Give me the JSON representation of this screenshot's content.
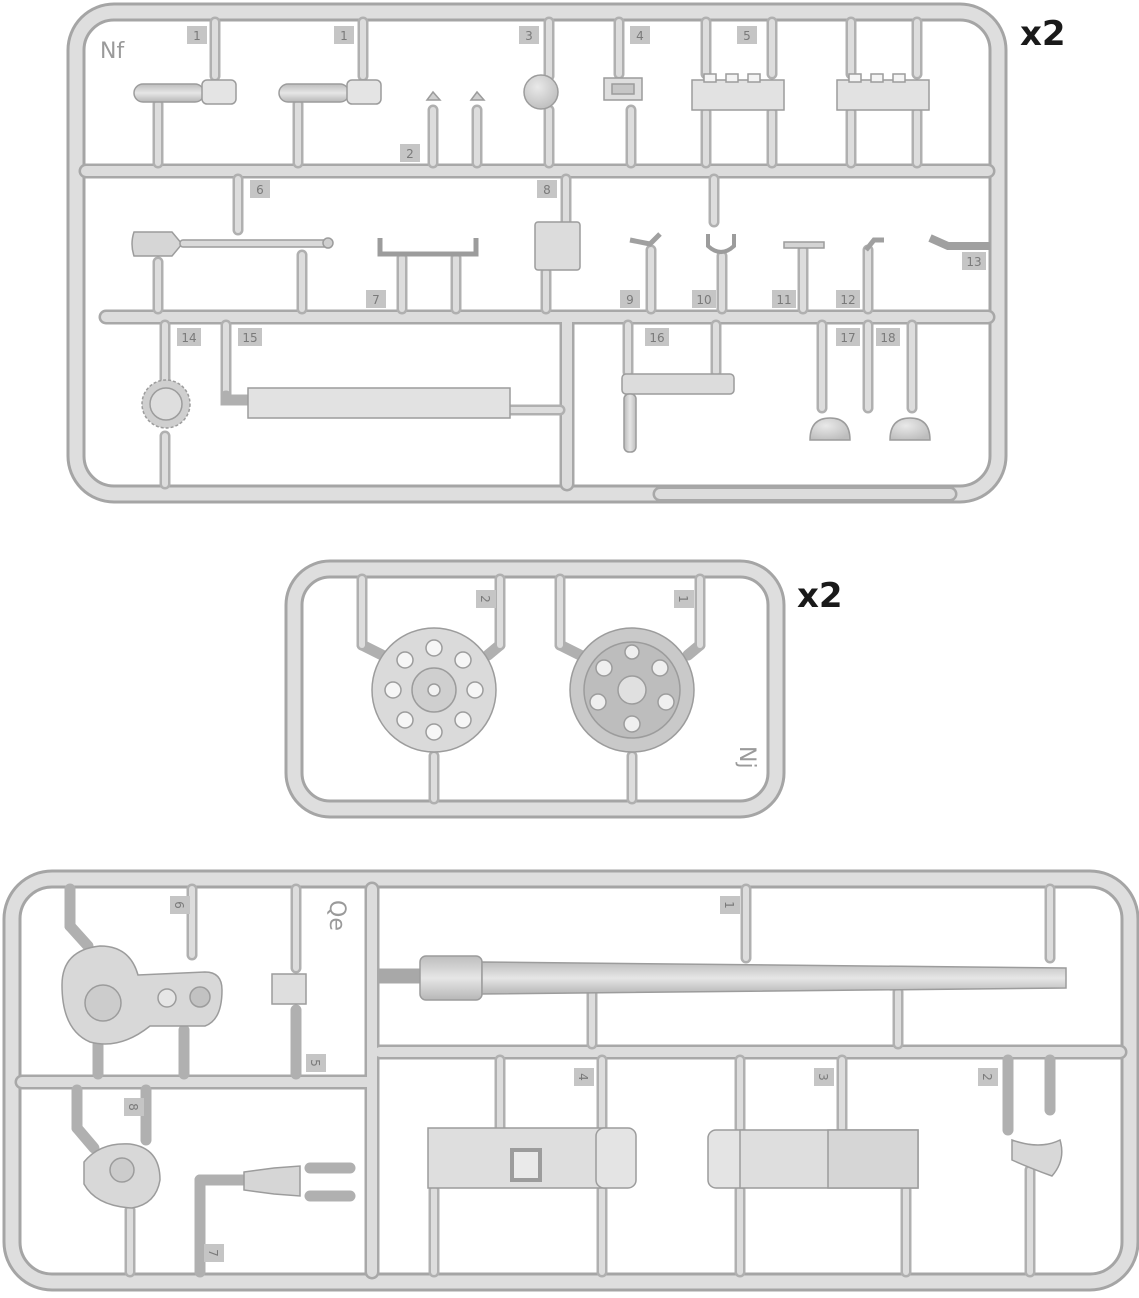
{
  "sprues": [
    {
      "id": "Nf",
      "multiplier": "x2",
      "parts": [
        "1",
        "1",
        "2",
        "3",
        "4",
        "5",
        "6",
        "7",
        "8",
        "9",
        "10",
        "11",
        "12",
        "13",
        "14",
        "15",
        "16",
        "17",
        "18"
      ]
    },
    {
      "id": "Nj",
      "multiplier": "x2",
      "parts": [
        "1",
        "2"
      ]
    },
    {
      "id": "Qe",
      "multiplier": "",
      "parts": [
        "1",
        "2",
        "3",
        "4",
        "5",
        "6",
        "7",
        "8"
      ]
    }
  ],
  "colors": {
    "plastic": "#d4d4d4",
    "plastic_dark": "#a9a9a9",
    "plastic_light": "#ececec",
    "label_bg": "#c4c4c4",
    "label_text": "#7a7a7a"
  }
}
